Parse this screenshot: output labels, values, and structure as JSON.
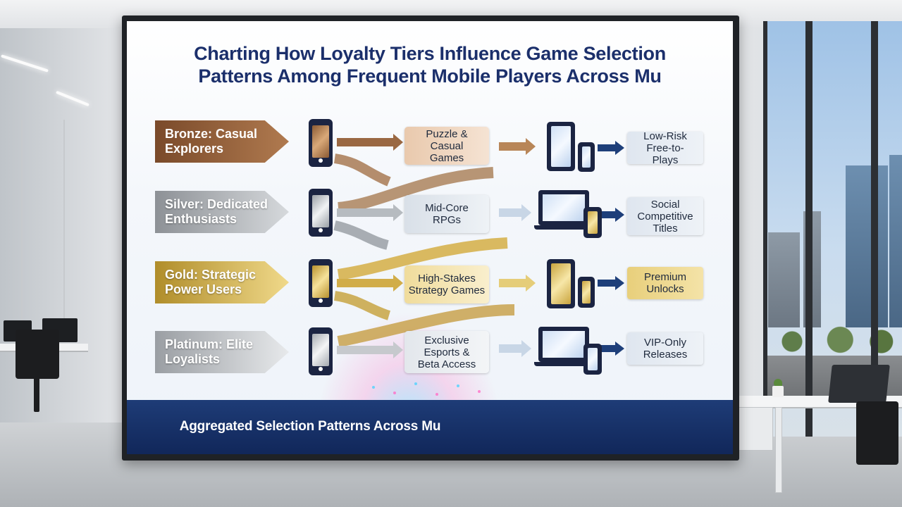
{
  "title_line1": "Charting How Loyalty Tiers Influence Game Selection",
  "title_line2": "Patterns Among Frequent Mobile Players Across Mu",
  "tiers": [
    {
      "label": "Bronze: Casual Explorers",
      "category": "Puzzle & Casual Games",
      "outcome": "Low-Risk Free-to-Plays"
    },
    {
      "label": "Silver: Dedicated Enthusiasts",
      "category": "Mid-Core RPGs",
      "outcome": "Social Competitive Titles"
    },
    {
      "label": "Gold: Strategic Power Users",
      "category": "High-Stakes Strategy Games",
      "outcome": "Premium Unlocks"
    },
    {
      "label": "Platinum: Elite Loyalists",
      "category": "Exclusive Esports & Beta Access",
      "outcome": "VIP-Only Releases"
    }
  ],
  "footer": "Aggregated Selection Patterns Across Mu",
  "colors": {
    "bronze": "#9a6842",
    "silver": "#b9bdc2",
    "gold": "#d9b650",
    "platinum": "#cdd0d4",
    "navy": "#1b2f6b",
    "arrow": "#1e3f7a"
  }
}
